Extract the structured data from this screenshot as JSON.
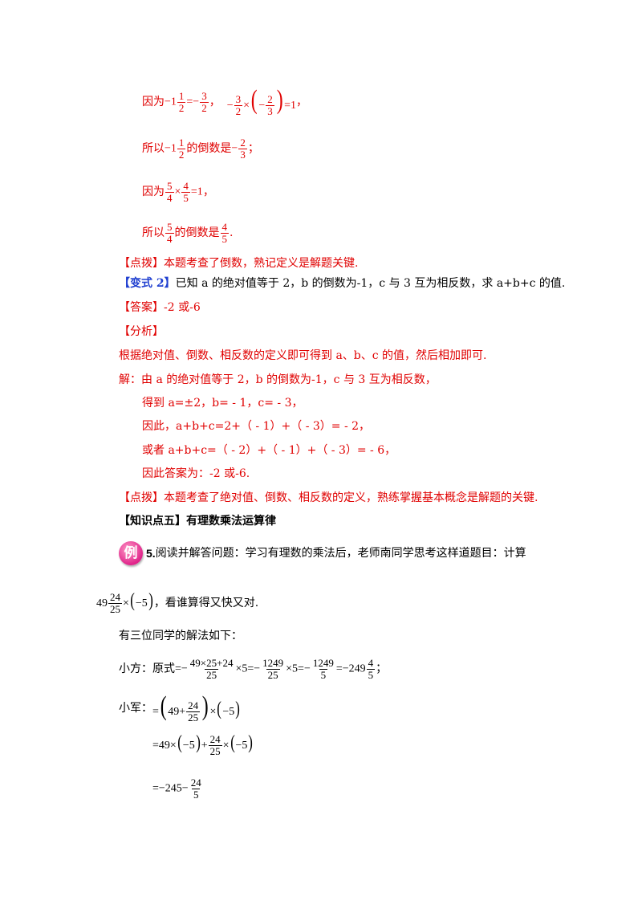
{
  "part1": {
    "line1_prefix": "因为",
    "line1_sep": "，",
    "line1_end": "，",
    "line2_prefix": "所以",
    "line2_mid": "的倒数是",
    "line2_end": "；",
    "line3_prefix": "因为",
    "line3_end": "，",
    "line4_prefix": "所以",
    "line4_mid": "的倒数是",
    "line4_end": "."
  },
  "dianbo1": "【点拨】本题考查了倒数，熟记定义是解题关键.",
  "variant2": {
    "label": "【变式 2】",
    "text": "已知 a 的绝对值等于 2，b 的倒数为-1，c 与 3 互为相反数，求 a+b+c 的值."
  },
  "answer": {
    "label": "【答案】",
    "text": "-2 或-6"
  },
  "analysis_label": "【分析】",
  "analysis_text": "根据绝对值、倒数、相反数的定义即可得到 a、b、c 的值，然后相加即可.",
  "solution": [
    "解：由 a 的绝对值等于 2，b 的倒数为-1，c 与 3 互为相反数，",
    "得到 a=±2，b= - 1，c= - 3，",
    "因此，a+b+c=2+（ - 1）+（ - 3）= - 2，",
    "或者 a+b+c=（ - 2）+（ - 1）+（ - 3）= - 6，",
    "因此答案为：-2 或-6."
  ],
  "dianbo2": "【点拨】本题考查了绝对值、倒数、相反数的定义，熟练掌握基本概念是解题的关键.",
  "knowledge_point": "【知识点五】有理数乘法运算律",
  "example": {
    "badge": "例",
    "number": "5.",
    "text": "阅读并解答问题：学习有理数的乘法后，老师南同学思考这样道题目：计算",
    "expr_suffix": "，看谁算得又快又对."
  },
  "methods_intro": "有三位同学的解法如下：",
  "xiaofang_label": "小方：原式",
  "xiaojun_label": "小军："
}
